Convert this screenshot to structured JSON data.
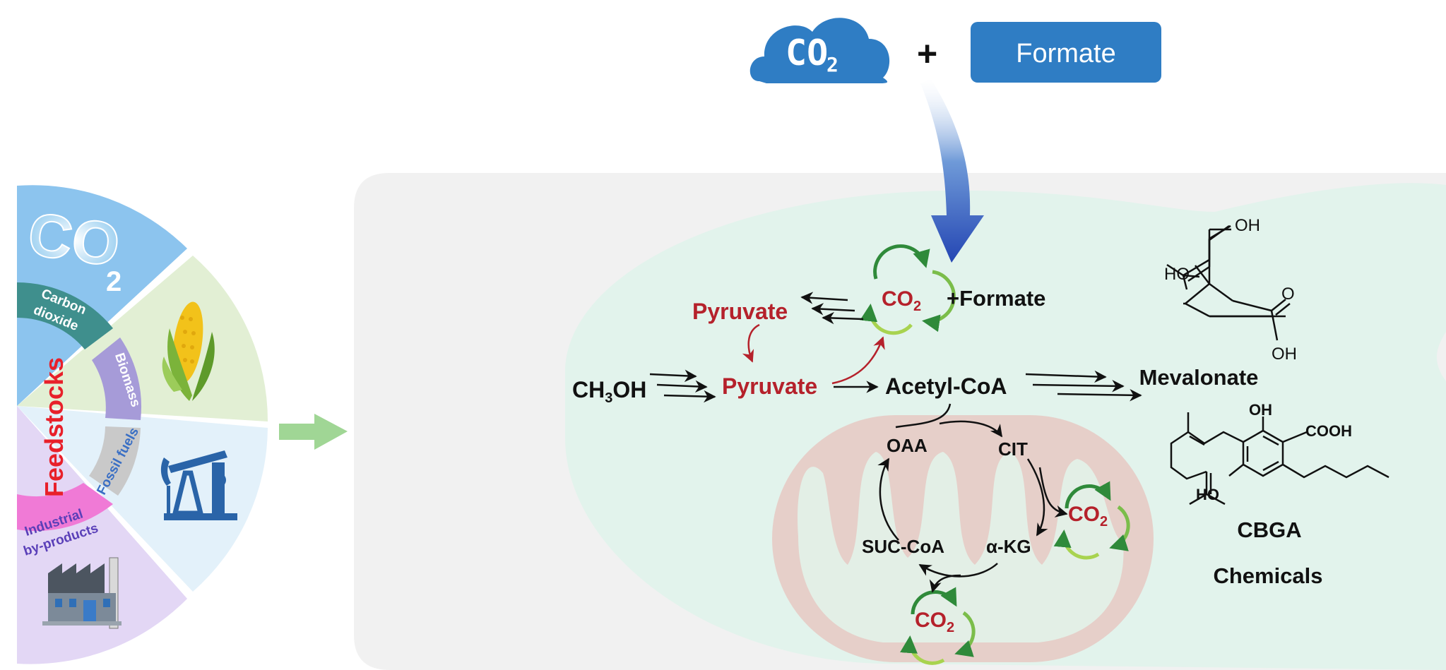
{
  "top": {
    "cloud_text": "CO",
    "cloud_sub": "2",
    "plus": "+",
    "formate_box": "Formate"
  },
  "feedstocks": {
    "title": "Feedstocks",
    "co2_text": "CO",
    "co2_sub": "2",
    "segments": [
      {
        "label_1": "Carbon",
        "label_2": "dioxide"
      },
      {
        "label": "Biomass"
      },
      {
        "label": "Fossil fuels"
      },
      {
        "label_1": "Industrial",
        "label_2": "by-products"
      }
    ]
  },
  "methanol": {
    "main": "CH",
    "sub": "3",
    "tail": "OH"
  },
  "cell": {
    "ch3oh": {
      "main": "CH",
      "sub": "3",
      "tail": "OH"
    },
    "pyruvate_top": "Pyruvate",
    "pyruvate_mid": "Pyruvate",
    "acetyl_coa": "Acetyl-CoA",
    "co2_main": "CO",
    "co2_sub": "2",
    "formate": "+Formate",
    "tca": {
      "oaa": "OAA",
      "cit": "CIT",
      "akg": "α-KG",
      "succoa": "SUC-CoA"
    }
  },
  "products": {
    "mevalonate": {
      "name": "Mevalonate",
      "oh": "OH",
      "ho": "HO",
      "o": "O"
    },
    "cbga": {
      "name": "CBGA",
      "oh": "OH",
      "cooh": "COOH",
      "ho": "HO"
    },
    "chemicals": "Chemicals"
  },
  "colors": {
    "blue": "#2f7dc4",
    "red": "#b5212b",
    "green_arrow": "#8fcf83",
    "panel": "#f1f1f1",
    "cell": "#e2f3ec"
  }
}
